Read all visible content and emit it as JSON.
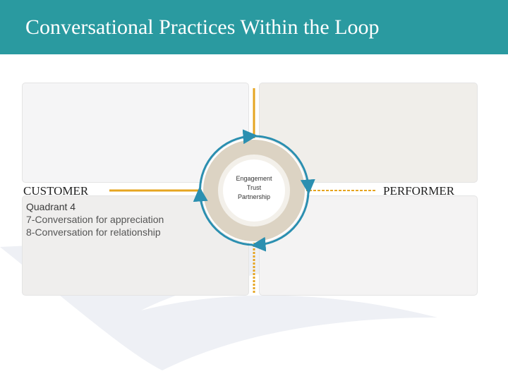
{
  "title": "Conversational Practices Within the Loop",
  "left_label": "CUSTOMER",
  "right_label": "PERFORMER",
  "quadrant": {
    "title": "Quadrant 4",
    "lines": [
      "7-Conversation for appreciation",
      "8-Conversation for relationship"
    ]
  },
  "center": {
    "lines": [
      "Engagement",
      "Trust",
      "Partnership"
    ]
  },
  "colors": {
    "header": "#2a9aa0",
    "axis": "#e6a521",
    "loop_arrows": "#2b8fb0",
    "ring": "#dcd3c3"
  }
}
